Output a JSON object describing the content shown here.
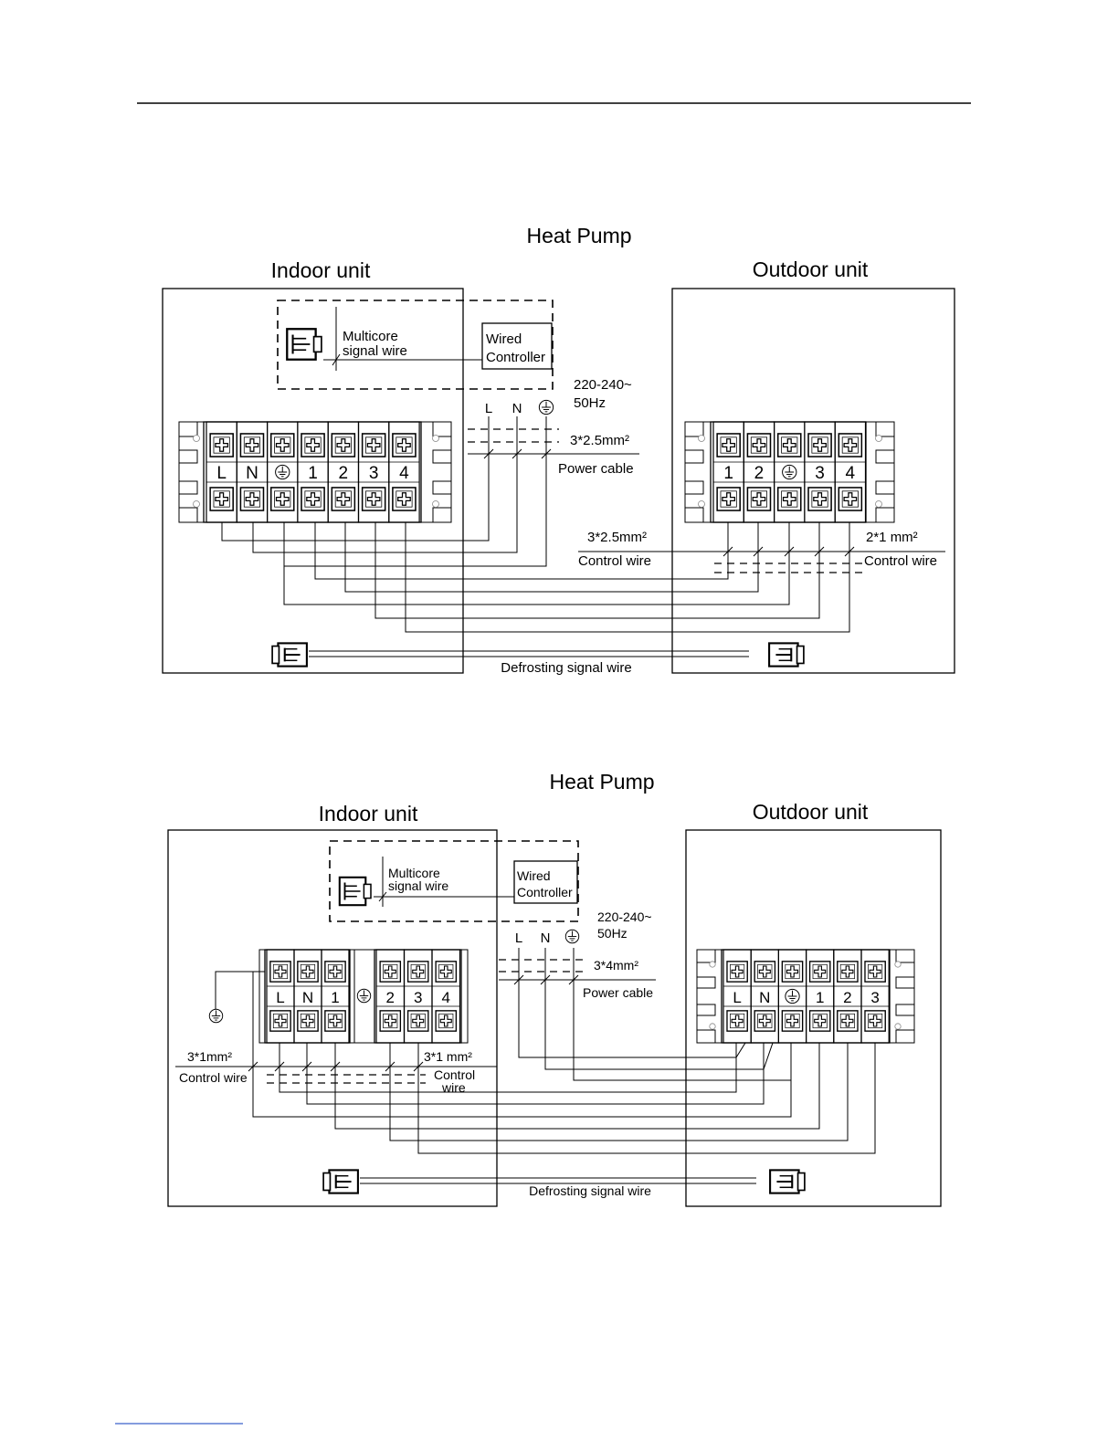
{
  "diagram1": {
    "title": "Heat  Pump",
    "indoor_label": "Indoor unit",
    "outdoor_label": "Outdoor unit",
    "multicore_line1": "Multicore",
    "multicore_line2": "signal wire",
    "controller_line1": "Wired",
    "controller_line2": "Controller",
    "voltage_line1": "220-240~",
    "voltage_line2": "50Hz",
    "supply_L": "L",
    "supply_N": "N",
    "power_spec": "3*2.5mm²",
    "power_label": "Power cable",
    "control_spec_left": "3*2.5mm²",
    "control_label_left": "Control wire",
    "control_spec_right": "2*1 mm²",
    "control_label_right": "Control wire",
    "defrost_label": "Defrosting signal wire",
    "indoor_terminals": [
      "L",
      "N",
      "",
      "1",
      "2",
      "3",
      "4"
    ],
    "outdoor_terminals": [
      "1",
      "2",
      "",
      "3",
      "4"
    ]
  },
  "diagram2": {
    "title": "Heat  Pump",
    "indoor_label": "Indoor unit",
    "outdoor_label": "Outdoor unit",
    "multicore_line1": "Multicore",
    "multicore_line2": "signal wire",
    "controller_line1": "Wired",
    "controller_line2": "Controller",
    "voltage_line1": "220-240~",
    "voltage_line2": "50Hz",
    "supply_L": "L",
    "supply_N": "N",
    "power_spec": "3*4mm²",
    "power_label": "Power cable",
    "control_spec_left": "3*1mm²",
    "control_label_left": "Control wire",
    "control_spec_mid": "3*1 mm²",
    "control_label_mid_line1": "Control",
    "control_label_mid_line2": "wire",
    "defrost_label": "Defrosting signal wire",
    "indoor_terminals_left": [
      "L",
      "N",
      "1"
    ],
    "indoor_terminals_right": [
      "2",
      "3",
      "4"
    ],
    "outdoor_terminals": [
      "L",
      "N",
      "",
      "1",
      "2",
      "3"
    ]
  }
}
